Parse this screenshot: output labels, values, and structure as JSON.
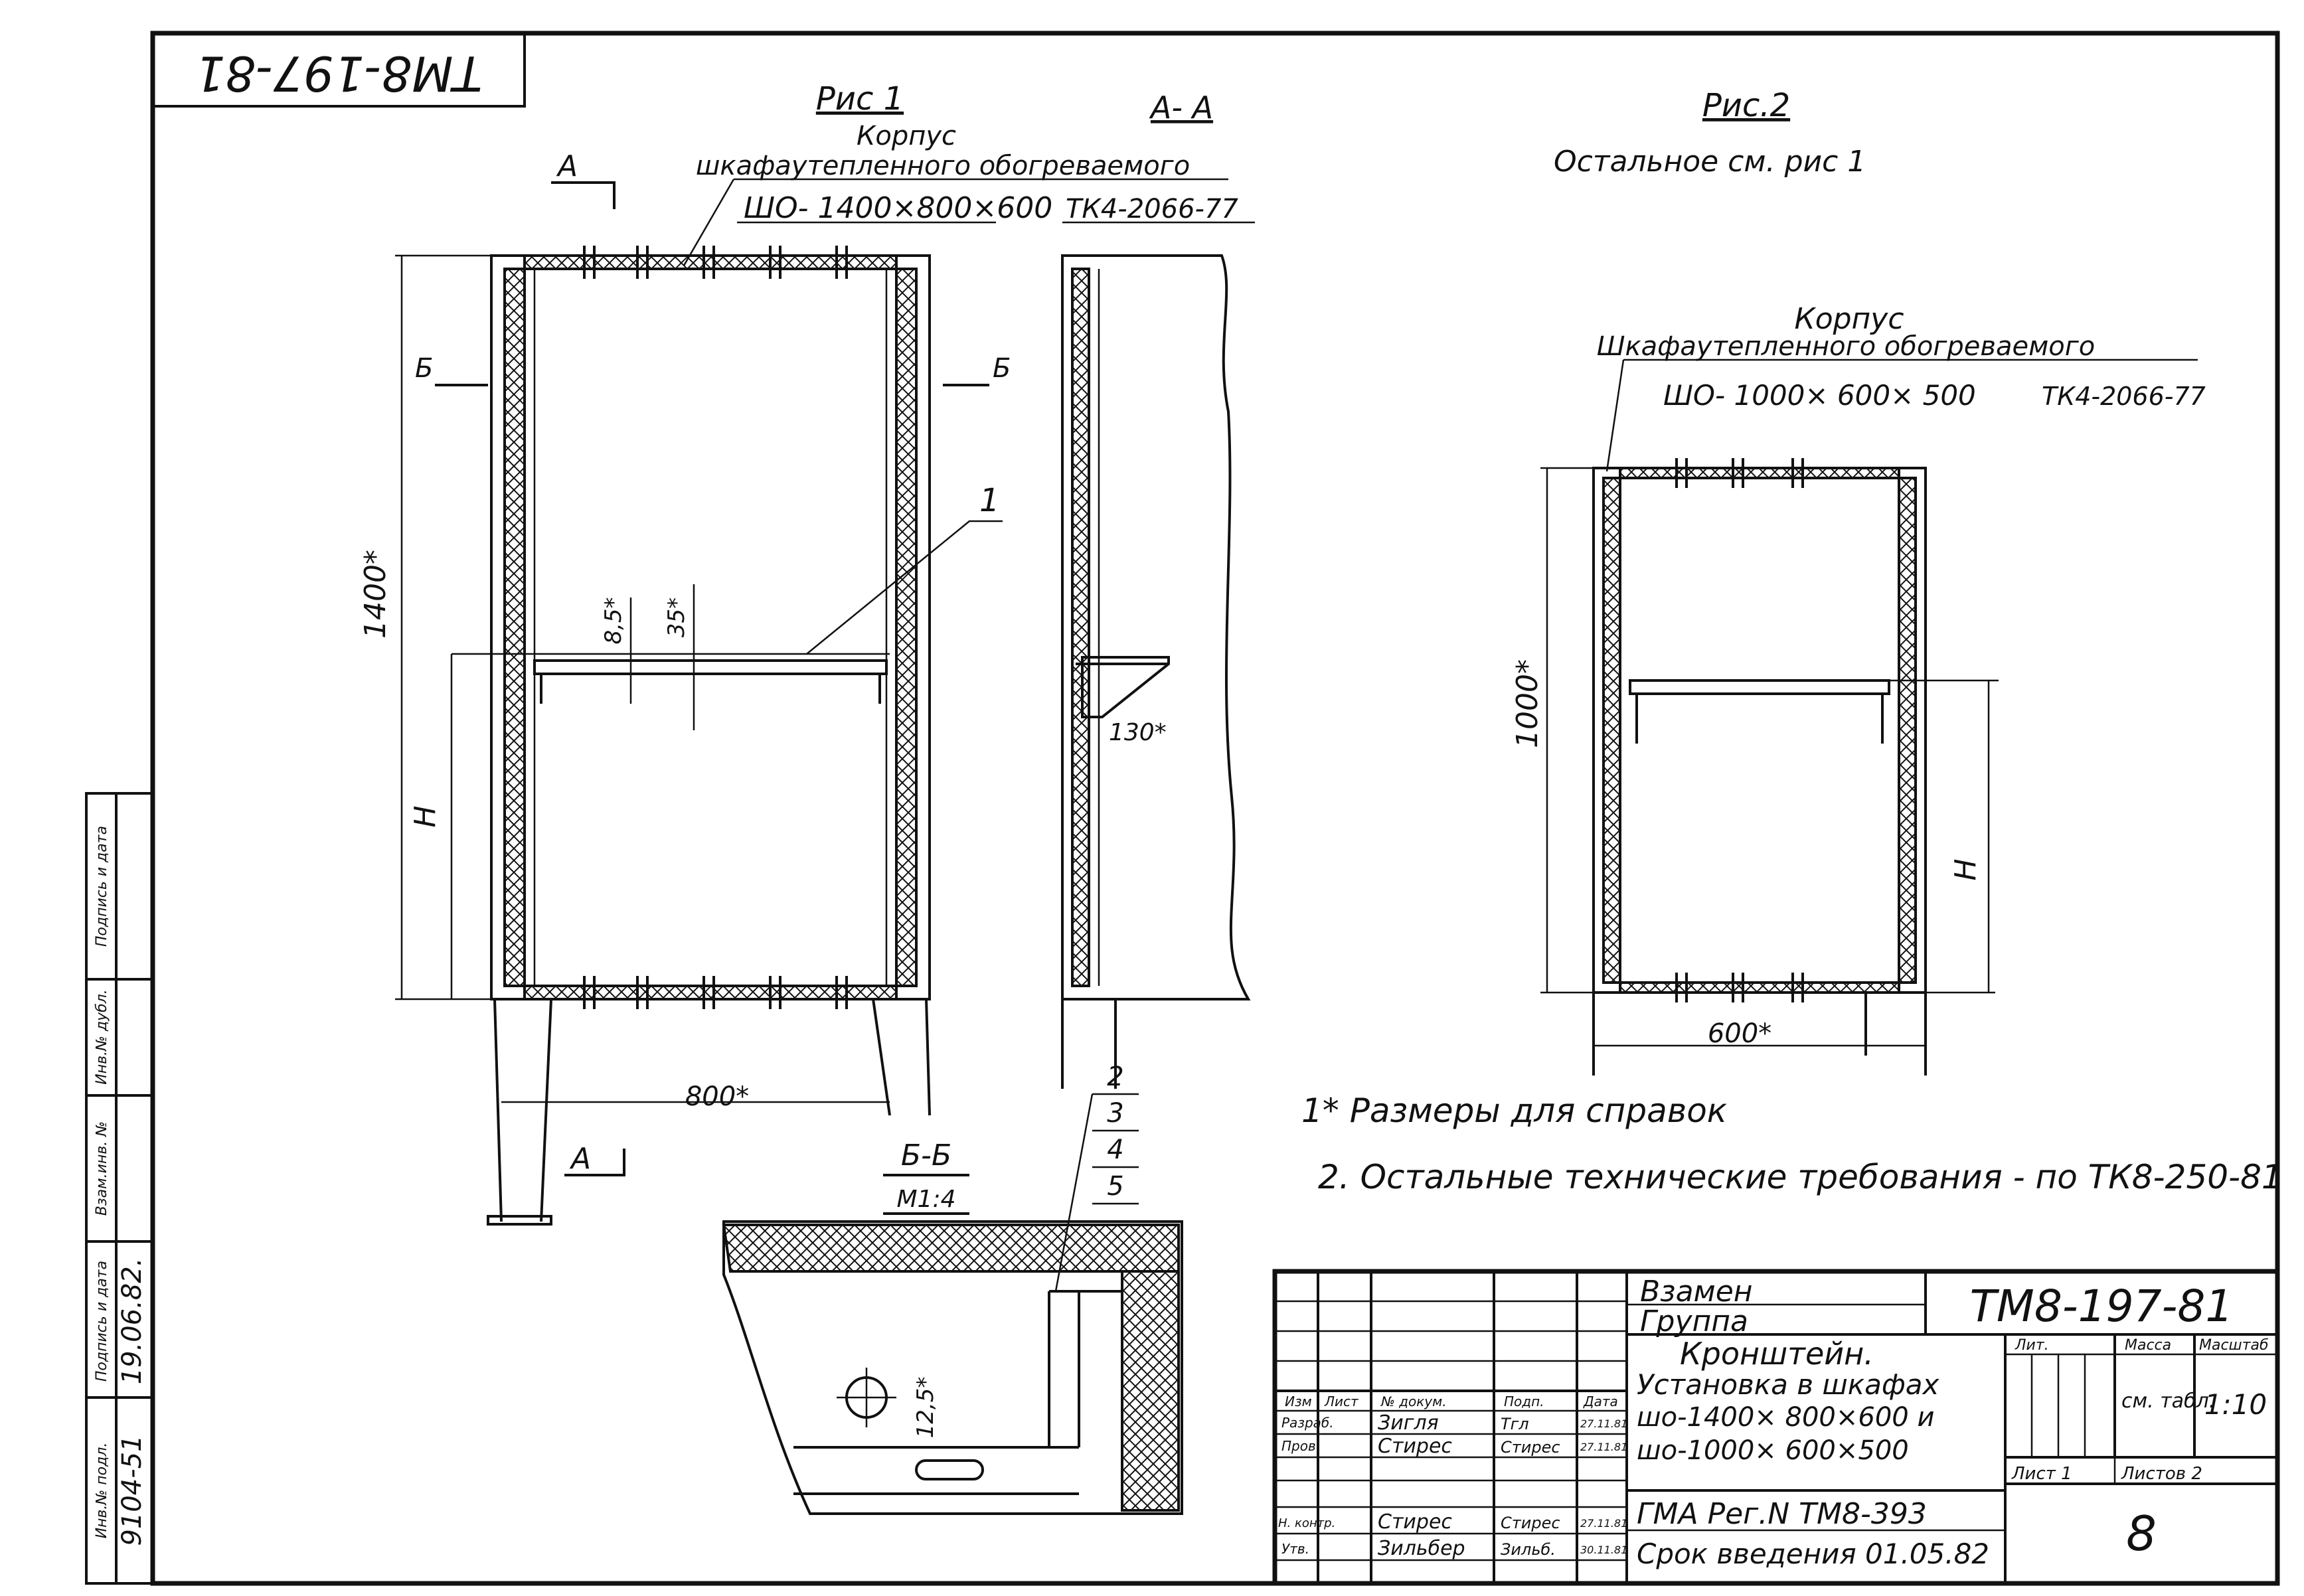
{
  "doc_code_rotated": "ТМ8-197-81",
  "fig1": {
    "title": "Рис 1",
    "label_korpus": "Корпус",
    "label_cabinet": "шкафаутепленного обогреваемого",
    "label_model": "ШО- 1400×800×600",
    "label_std": "ТК4-2066-77",
    "section_a": "А",
    "section_b": "Б",
    "dim_height": "1400*",
    "dim_width": "800*",
    "dim_h": "H",
    "dim_85": "8,5*",
    "dim_35": "35*",
    "callout_1": "1"
  },
  "section_aa": {
    "title": "А- А",
    "dim_130": "130*"
  },
  "fig2": {
    "title": "Рис.2",
    "note": "Остальное см. рис 1",
    "label_korpus": "Корпус",
    "label_cabinet": "Шкафаутепленного обогреваемого",
    "label_model": "ШО- 1000× 600× 500",
    "label_std": "ТК4-2066-77",
    "dim_height": "1000*",
    "dim_width": "600*",
    "dim_h": "H"
  },
  "section_bb": {
    "title": "Б-Б",
    "scale": "М1:4",
    "callouts": [
      "2",
      "3",
      "4",
      "5"
    ],
    "dim_125": "12,5*"
  },
  "notes": [
    "1* Размеры для справок",
    "2. Остальные технические требования - по ТК8-250-81"
  ],
  "side_stamp": {
    "headers": [
      "Инв.№ подл.",
      "Подпись и дата",
      "Взам.инв. №",
      "Инв.№ дубл.",
      "Подпись и дата"
    ],
    "inv_no": "9104-51",
    "date": "19.06.82."
  },
  "title_block": {
    "replace_label": "Взамен",
    "group_label": "Группа",
    "doc_code": "ТМ8-197-81",
    "name_line1": "Кронштейн.",
    "name_line2": "Установка в шкафах",
    "name_line3": "шо-1400× 800×600 и",
    "name_line4": "шо-1000× 600×500",
    "org": "ГМА Рег.N ТМ8-393",
    "intro": "Срок введения 01.05.82",
    "col_headers": [
      "Изм",
      "Лист",
      "№ докум.",
      "Подп.",
      "Дата"
    ],
    "rows": [
      {
        "role": "Разраб.",
        "name": "Зигля",
        "sign": "Тгл",
        "date": "27.11.81"
      },
      {
        "role": "Пров.",
        "name": "Стирес",
        "sign": "Стирес",
        "date": "27.11.81"
      },
      {
        "role": "",
        "name": "",
        "sign": "",
        "date": ""
      },
      {
        "role": "Н. контр.",
        "name": "Стирес",
        "sign": "Стирес",
        "date": "27.11.81"
      },
      {
        "role": "Утв.",
        "name": "Зильбер",
        "sign": "Зильб.",
        "date": "30.11.81"
      }
    ],
    "lit_label": "Лит.",
    "mass_label": "Масса",
    "scale_label": "Масштаб",
    "mass_value": "см. табл.",
    "scale_value": "1:10",
    "sheet_label": "Лист 1",
    "sheets_label": "Листов 2",
    "sheet_no": "8"
  }
}
